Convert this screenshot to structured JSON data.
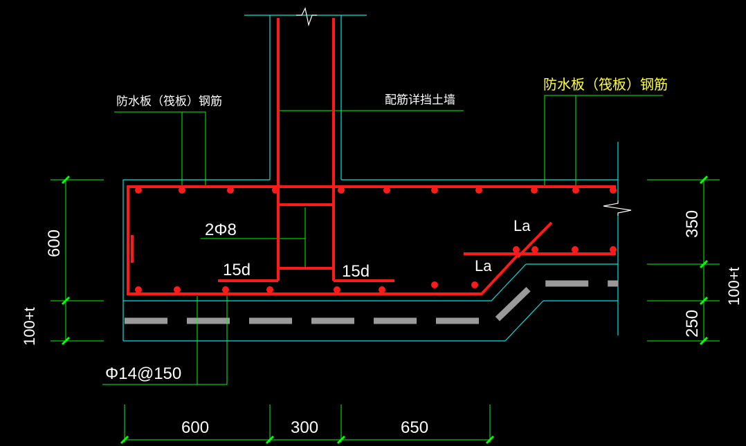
{
  "labels": {
    "rebar_left": "防水板（筏板）钢筋",
    "rebar_right": "防水板（筏板）钢筋",
    "wall_note": "配筋详挡土墙",
    "stirrup": "2Φ8",
    "hook_left": "15d",
    "hook_right": "15d",
    "la_top": "La",
    "la_bottom": "La",
    "bottom_bar": "Φ14@150"
  },
  "dimensions": {
    "left_600": "600",
    "left_100t": "100+t",
    "right_350": "350",
    "right_100t": "100+t",
    "right_250": "250",
    "bottom_600": "600",
    "bottom_300": "300",
    "bottom_650": "650"
  },
  "colors": {
    "background": "#000000",
    "rebar": "#ff1a1a",
    "outline": "#00e5e5",
    "leader": "#00ff00",
    "text_white": "#ffffff",
    "text_yellow": "#ffff33",
    "waterproof": "#9a9a9a"
  }
}
